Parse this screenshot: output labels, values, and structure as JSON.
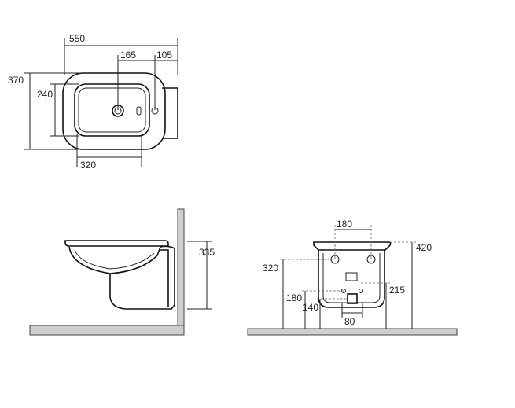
{
  "top_view": {
    "width": "550",
    "hole_offset": "165",
    "edge_offset": "105",
    "depth": "370",
    "bowl_depth": "240",
    "bowl_width": "320"
  },
  "side_view": {
    "height": "335"
  },
  "rear_view": {
    "fixing_spacing": "180",
    "total_height": "420",
    "fixing_height": "320",
    "left_offset": "180",
    "inlet_offset": "140",
    "inlet_height": "215",
    "inlet_width": "80"
  }
}
